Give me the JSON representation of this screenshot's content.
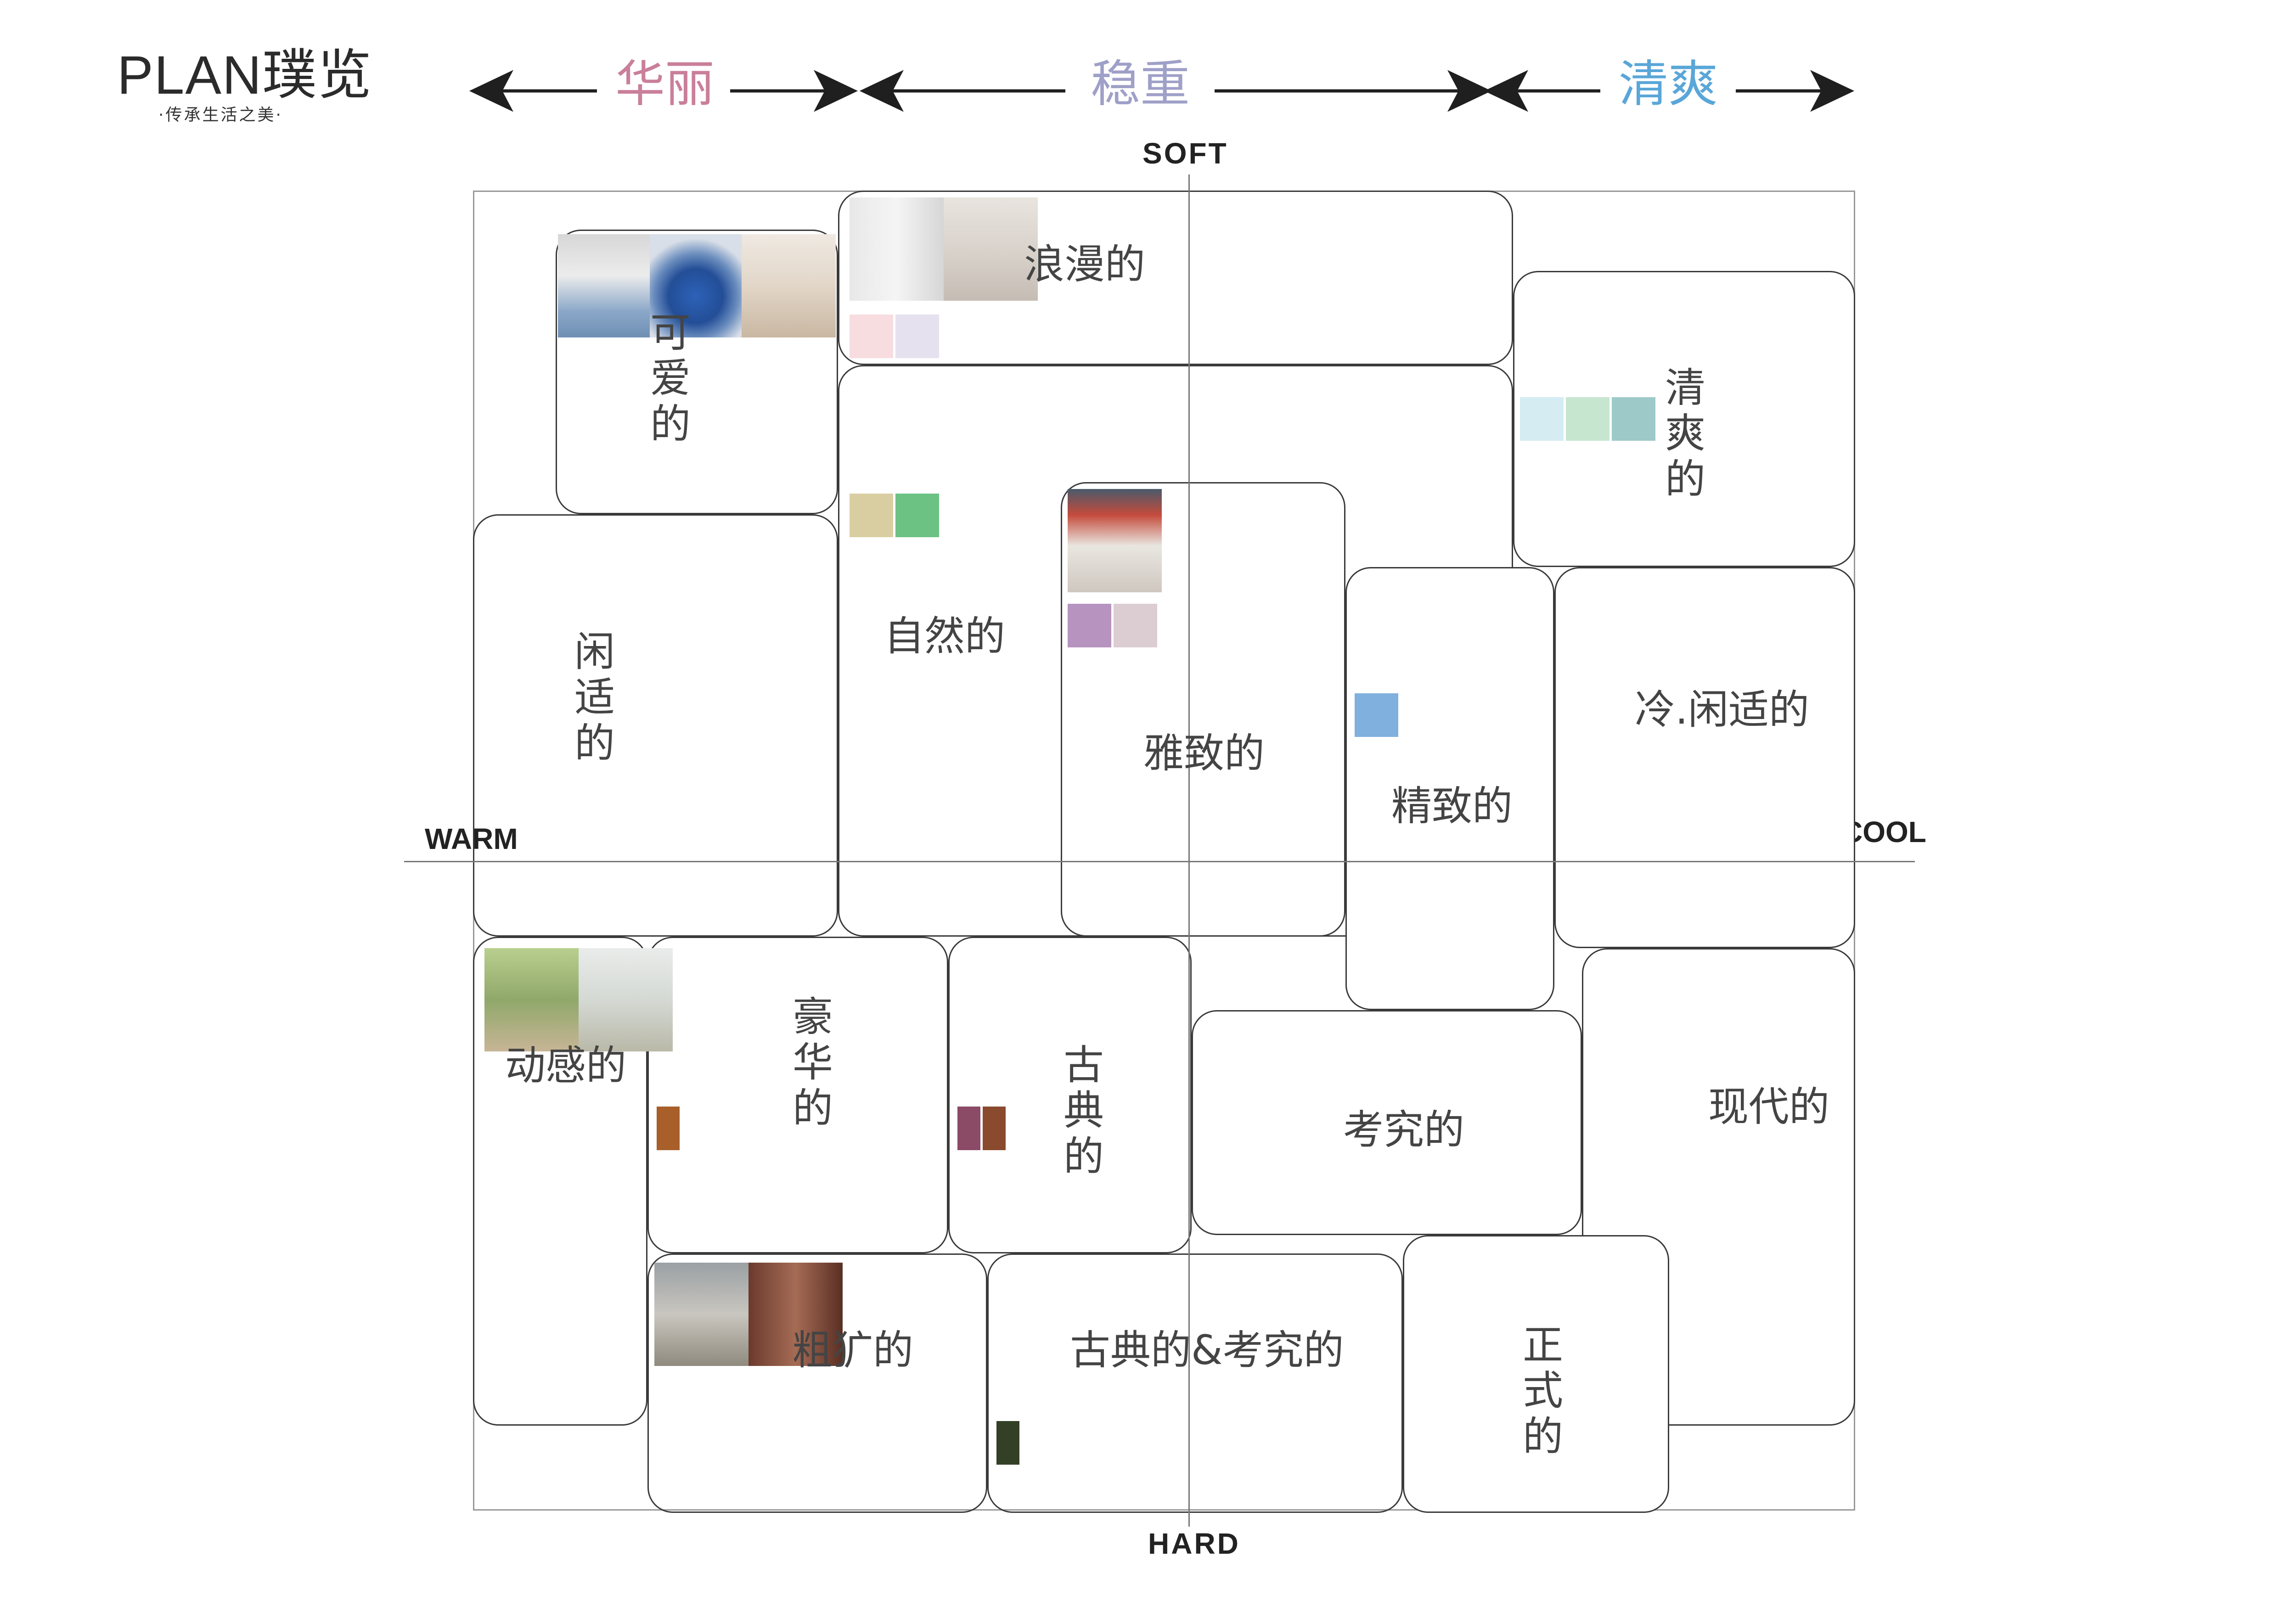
{
  "logo": {
    "word": "PLAN璞览",
    "slogan": "·传承生活之美·"
  },
  "header": {
    "categories": [
      {
        "label": "华丽",
        "color": "#c97f9a"
      },
      {
        "label": "稳重",
        "color": "#9fa0c8"
      },
      {
        "label": "清爽",
        "color": "#5aa6d8"
      }
    ]
  },
  "axes": {
    "top": "SOFT",
    "bottom": "HARD",
    "left": "WARM",
    "right": "COOL"
  },
  "cells": {
    "cute": {
      "label_chars": [
        "可",
        "爱",
        "的"
      ]
    },
    "romantic": {
      "label": "浪漫的"
    },
    "fresh": {
      "label_chars": [
        "清",
        "爽",
        "的"
      ]
    },
    "leisure": {
      "label_chars": [
        "闲",
        "适",
        "的"
      ]
    },
    "natural": {
      "label": "自然的"
    },
    "elegant": {
      "label": "雅致的"
    },
    "refined": {
      "label": "精致的"
    },
    "cool_leisure": {
      "label": "冷.闲适的"
    },
    "dynamic": {
      "label": "动感的"
    },
    "luxury": {
      "label_chars": [
        "豪",
        "华",
        "的"
      ]
    },
    "classical": {
      "label_chars": [
        "古",
        "典",
        "的"
      ]
    },
    "exquisite": {
      "label": "考究的"
    },
    "modern": {
      "label": "现代的"
    },
    "rugged": {
      "label": "粗犷的"
    },
    "classical_exquisite": {
      "label": "古典的&考究的"
    },
    "formal": {
      "label_chars": [
        "正",
        "式",
        "的"
      ]
    }
  },
  "swatches": {
    "romantic": [
      "#f8dde0",
      "#e5e1ef"
    ],
    "fresh": [
      "#d5ecf3",
      "#c7e6cf",
      "#9ec9c9"
    ],
    "natural": [
      "#d8cea2",
      "#6cc283"
    ],
    "elegant": [
      "#b793c0",
      "#dccdd2"
    ],
    "refined": [
      "#7fb0de"
    ],
    "luxury": [
      "#a85f2a"
    ],
    "classical": [
      "#8b4a66",
      "#8a4a2e"
    ],
    "classical_exquisite": [
      "#334026"
    ]
  }
}
